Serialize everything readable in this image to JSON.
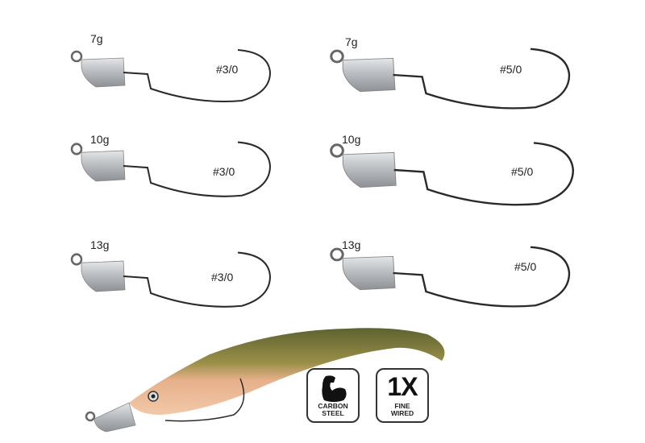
{
  "jigs": [
    {
      "weight": "7g",
      "hook": "#3/0"
    },
    {
      "weight": "7g",
      "hook": "#5/0"
    },
    {
      "weight": "10g",
      "hook": "#3/0"
    },
    {
      "weight": "10g",
      "hook": "#5/0"
    },
    {
      "weight": "13g",
      "hook": "#3/0"
    },
    {
      "weight": "13g",
      "hook": "#5/0"
    }
  ],
  "badges": [
    {
      "icon": "flexed-arm-icon",
      "line1": "CARBON",
      "line2": "STEEL"
    },
    {
      "big": "1X",
      "line1": "FINE",
      "line2": "WIRED"
    }
  ],
  "colors": {
    "lead": "#b9bcc0",
    "hook": "#2a2a2a",
    "lure_back": "#7a7a3a",
    "lure_belly": "#e8b48a"
  }
}
